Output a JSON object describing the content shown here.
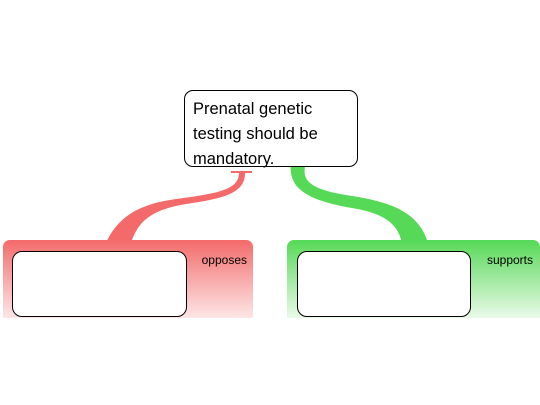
{
  "claim": {
    "text": "Prenatal genetic testing should be mandatory."
  },
  "branches": [
    {
      "label": "opposes",
      "color": "#f46a6a",
      "reason_text": ""
    },
    {
      "label": "supports",
      "color": "#56d956",
      "reason_text": ""
    }
  ]
}
